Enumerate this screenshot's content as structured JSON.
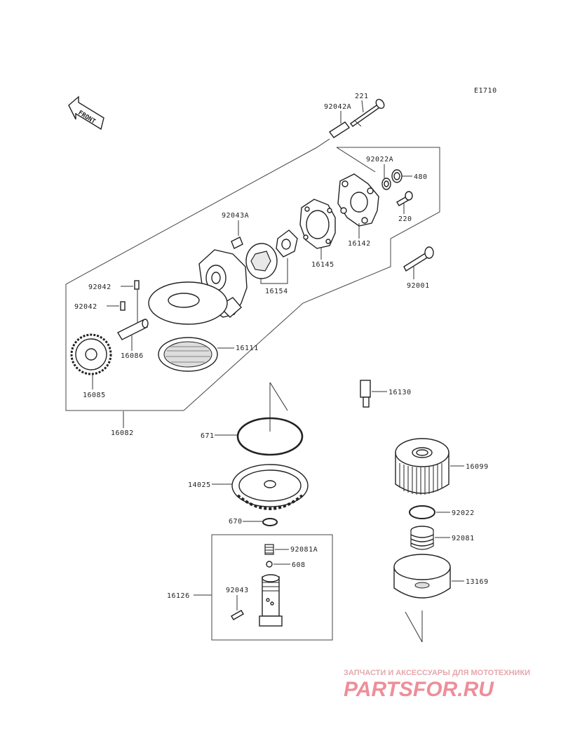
{
  "diagram": {
    "code": "E1710",
    "front_arrow": "FRONT",
    "labels": {
      "p221": "221",
      "p92042A": "92042A",
      "p92022A": "92022A",
      "p480": "480",
      "p220": "220",
      "p16142": "16142",
      "p92043A": "92043A",
      "p16145": "16145",
      "p16154": "16154",
      "p92001": "92001",
      "p92042a": "92042",
      "p92042b": "92042",
      "p16086": "16086",
      "p16111": "16111",
      "p16085": "16085",
      "p16082": "16082",
      "p16130": "16130",
      "p671": "671",
      "p16099": "16099",
      "p14025": "14025",
      "p92022": "92022",
      "p670": "670",
      "p92081A": "92081A",
      "p92081": "92081",
      "p608": "608",
      "p16126": "16126",
      "p92043": "92043",
      "p13169": "13169"
    }
  },
  "watermark": {
    "tagline": "ЗАПЧАСТИ И АКСЕССУАРЫ ДЛЯ МОТОТЕХНИКИ",
    "logo": "PARTSFOR.RU"
  }
}
